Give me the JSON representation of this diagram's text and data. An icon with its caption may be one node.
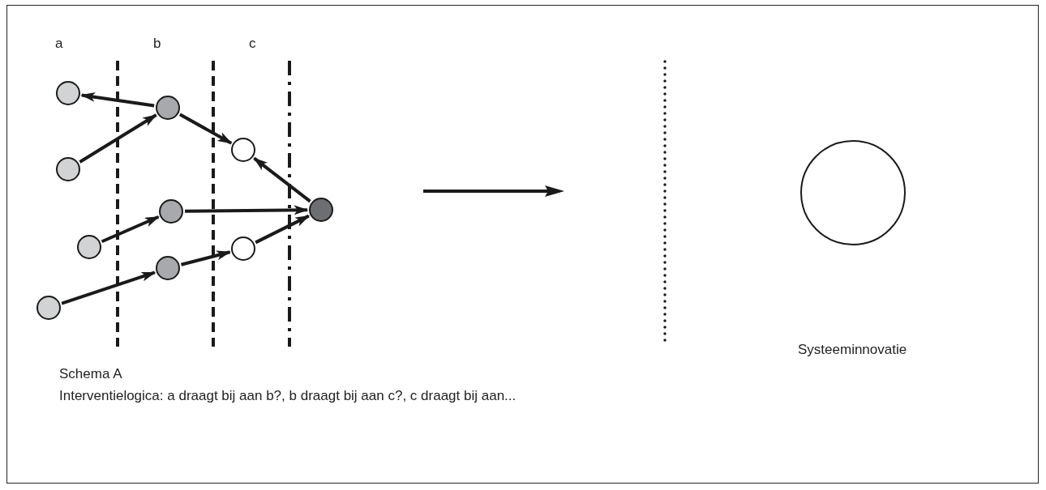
{
  "diagram": {
    "title": "Schema A",
    "caption": "Interventielogica: a draagt bij aan b?, b draagt bij aan c?, c draagt bij aan...",
    "nodes": [
      {
        "text": [],
        "shape": "circle"
      },
      {
        "text": [],
        "shape": "circle"
      },
      {
        "text": [],
        "shape": "circle"
      },
      {
        "text": [],
        "shape": "circle"
      },
      {
        "text": [],
        "shape": "circle"
      },
      {
        "text": [],
        "shape": "circle"
      },
      {
        "text": [],
        "shape": "circle"
      },
      {
        "text": [],
        "shape": "circle"
      },
      {
        "text": [],
        "shape": "circle"
      },
      {
        "text": [],
        "shape": "circle"
      },
      {
        "text": [],
        "shape": "circle"
      }
    ],
    "edges": [
      {
        "from": 2,
        "to": 0,
        "arrow": "to"
      },
      {
        "from": 1,
        "to": 2,
        "arrow": "to"
      },
      {
        "from": 2,
        "to": 3,
        "arrow": "to"
      },
      {
        "from": 6,
        "to": 3,
        "arrow": "to"
      },
      {
        "from": 5,
        "to": 4,
        "arrow": "to"
      },
      {
        "from": 4,
        "to": 6,
        "arrow": "to"
      },
      {
        "from": 9,
        "to": 8,
        "arrow": "to"
      },
      {
        "from": 8,
        "to": 7,
        "arrow": "to"
      },
      {
        "from": 7,
        "to": 6,
        "arrow": "to"
      }
    ],
    "labels": [
      "a",
      "b",
      "c",
      "Systeeminnovatie"
    ]
  }
}
